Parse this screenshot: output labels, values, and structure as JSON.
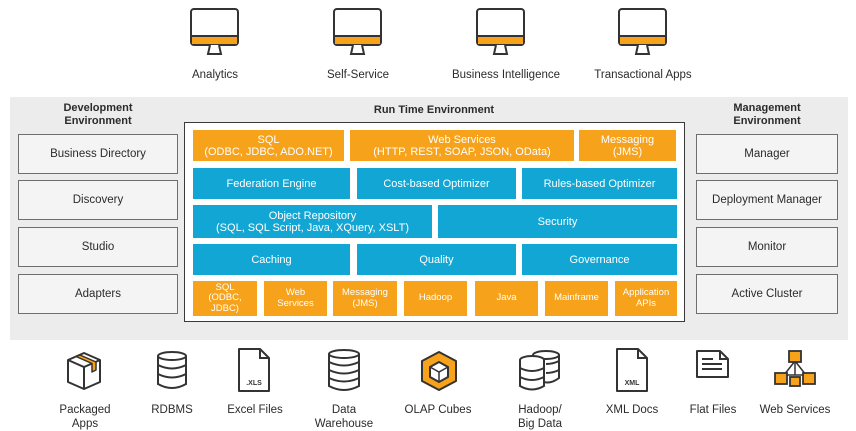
{
  "consumers": [
    {
      "label": "Analytics",
      "icon": "monitor-icon"
    },
    {
      "label": "Self-Service",
      "icon": "monitor-icon"
    },
    {
      "label": "Business Intelligence",
      "icon": "monitor-icon"
    },
    {
      "label": "Transactional Apps",
      "icon": "monitor-icon"
    }
  ],
  "development": {
    "title": "Development\nEnvironment",
    "items": [
      "Business Directory",
      "Discovery",
      "Studio",
      "Adapters"
    ]
  },
  "runtime": {
    "title": "Run Time Environment",
    "row1": [
      "SQL\n(ODBC, JDBC, ADO.NET)",
      "Web Services\n(HTTP, REST, SOAP, JSON, OData)",
      "Messaging\n(JMS)"
    ],
    "row2": [
      "Federation Engine",
      "Cost-based Optimizer",
      "Rules-based Optimizer"
    ],
    "row3": [
      "Object Repository\n(SQL, SQL Script, Java, XQuery, XSLT)",
      "Security"
    ],
    "row4": [
      "Caching",
      "Quality",
      "Governance"
    ],
    "row5": [
      "SQL\n(ODBC,\nJDBC)",
      "Web\nServices",
      "Messaging\n(JMS)",
      "Hadoop",
      "Java",
      "Mainframe",
      "Application\nAPIs"
    ]
  },
  "management": {
    "title": "Management\nEnvironment",
    "items": [
      "Manager",
      "Deployment Manager",
      "Monitor",
      "Active Cluster"
    ]
  },
  "sources": [
    {
      "label": "Packaged\nApps",
      "icon": "box-icon"
    },
    {
      "label": "RDBMS",
      "icon": "database-icon"
    },
    {
      "label": "Excel Files",
      "icon": "xls-file-icon",
      "badge": ".XLS"
    },
    {
      "label": "Data\nWarehouse",
      "icon": "warehouse-icon"
    },
    {
      "label": "OLAP Cubes",
      "icon": "cube-icon"
    },
    {
      "label": "Hadoop/\nBig Data",
      "icon": "bigdata-icon"
    },
    {
      "label": "XML Docs",
      "icon": "xml-file-icon",
      "badge": "XML"
    },
    {
      "label": "Flat Files",
      "icon": "flat-file-icon"
    },
    {
      "label": "Web Services",
      "icon": "web-services-icon"
    }
  ],
  "colors": {
    "orange": "#f7a21b",
    "blue": "#12a6d4",
    "band": "#ececec",
    "monitor_bar": "#f7a21b"
  }
}
